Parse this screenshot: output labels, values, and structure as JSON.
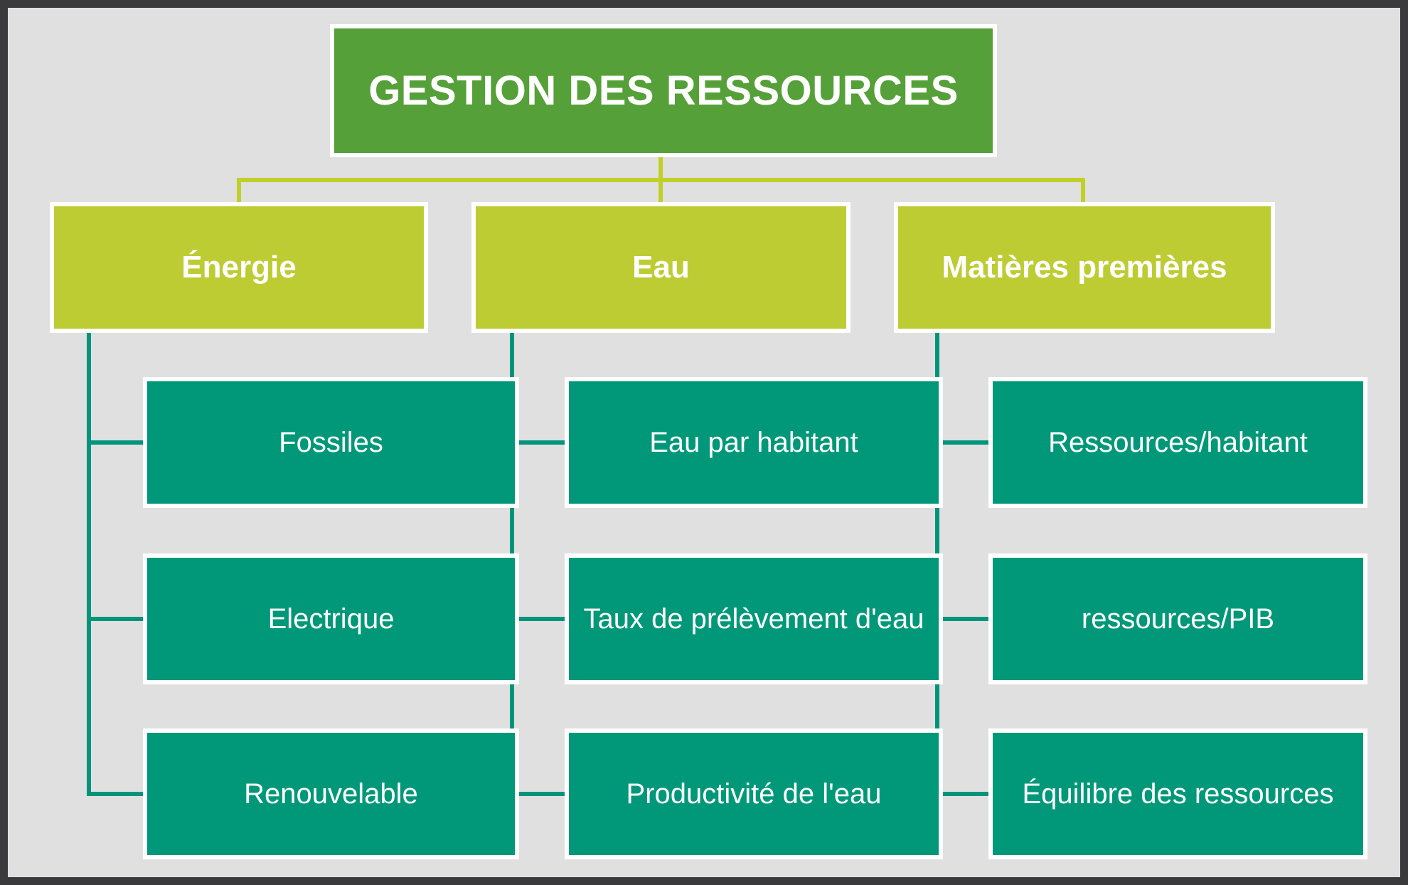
{
  "diagram": {
    "title": "GESTION DES RESSOURCES",
    "branches": [
      {
        "label": "Énergie",
        "children": [
          "Fossiles",
          "Electrique",
          "Renouvelable"
        ]
      },
      {
        "label": "Eau",
        "children": [
          "Eau par habitant",
          "Taux de prélèvement d'eau",
          "Productivité de l'eau"
        ]
      },
      {
        "label": "Matières premières",
        "children": [
          "Ressources/habitant",
          "ressources/PIB",
          "Équilibre des ressources"
        ]
      }
    ],
    "colors": {
      "background": "#e0e0e0",
      "frame": "#3a3a3c",
      "root_fill": "#55a038",
      "branch_fill": "#bdcc33",
      "leaf_fill": "#009878",
      "branch_connector": "#c0d028",
      "leaf_connector": "#00957a",
      "label_text": "#ffffff"
    }
  }
}
